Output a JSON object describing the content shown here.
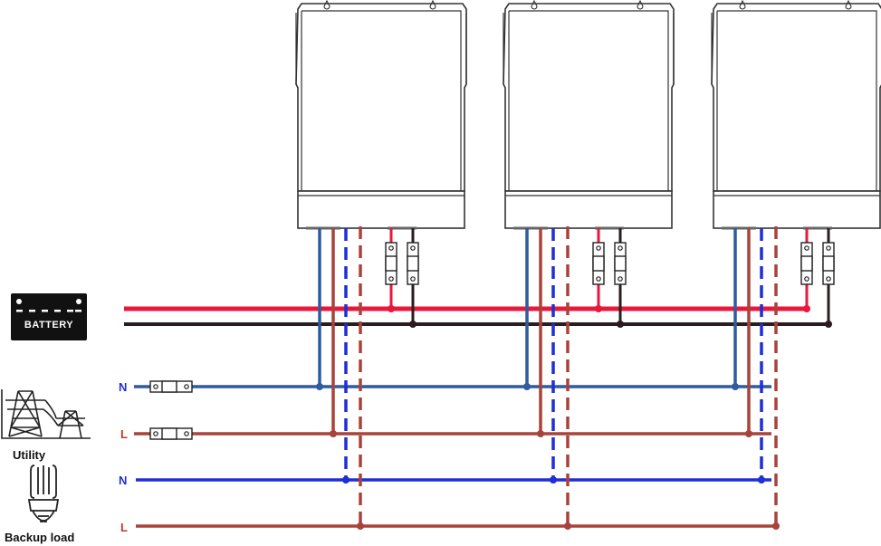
{
  "colors": {
    "battery_positive": "#e8173c",
    "battery_negative": "#2b1d1d",
    "utility_neutral": "#2f5c9e",
    "utility_line": "#a8433a",
    "load_neutral": "#1f2fd6",
    "load_line": "#a8433a",
    "outline": "#333333"
  },
  "labels": {
    "battery": "BATTERY",
    "utility": "Utility",
    "backup_load": "Backup load",
    "utility_neutral": "N",
    "utility_line": "L",
    "load_neutral": "N",
    "load_line": "L"
  },
  "inverters": [
    {
      "name": "inverter-1"
    },
    {
      "name": "inverter-2"
    },
    {
      "name": "inverter-3"
    }
  ],
  "icons": {
    "battery": "battery-icon",
    "utility": "transmission-tower-icon",
    "backup_load": "light-bulb-icon",
    "breaker": "breaker-icon"
  }
}
